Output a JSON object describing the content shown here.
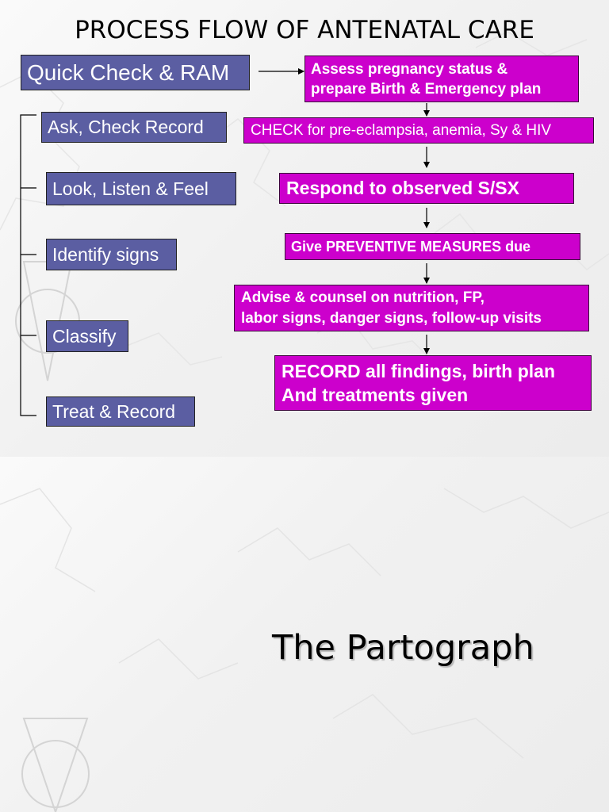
{
  "slide1": {
    "title": "PROCESS FLOW OF ANTENATAL CARE",
    "left_steps": [
      "Quick Check & RAM",
      "Ask, Check Record",
      "Look, Listen & Feel",
      "Identify signs",
      "Classify",
      "Treat & Record"
    ],
    "flow_steps": {
      "assess": [
        "Assess pregnancy status &",
        "prepare Birth & Emergency plan"
      ],
      "check": "CHECK for pre-eclampsia, anemia, Sy & HIV",
      "respond": "Respond to observed S/SX",
      "give": "Give PREVENTIVE MEASURES due",
      "advise": [
        "Advise & counsel on nutrition, FP,",
        "labor signs, danger signs, follow-up visits"
      ],
      "record": [
        "RECORD all findings, birth plan",
        "And treatments given"
      ]
    },
    "colors": {
      "left_box": "#5b5ea2",
      "flow_box": "#cc00cc",
      "text_on_box": "#ffffff"
    }
  },
  "slide2": {
    "title": "The Partograph"
  }
}
